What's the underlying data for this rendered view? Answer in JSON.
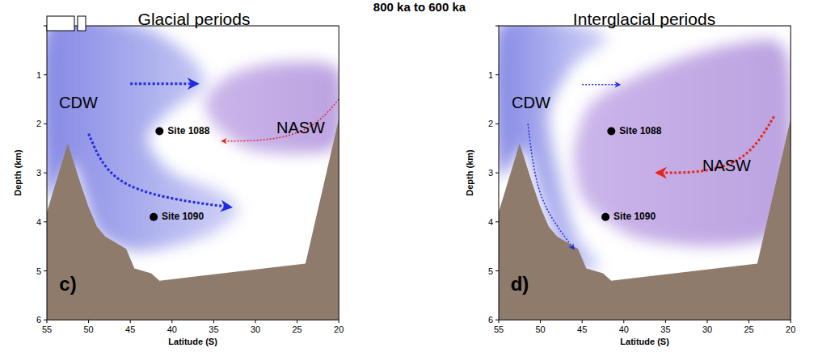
{
  "diagram": {
    "title": "800 ka to 600 ka",
    "nodes": [
      {
        "text": [
          "CDW"
        ]
      },
      {
        "text": [
          "NASW"
        ]
      },
      {
        "text": [
          "CDW"
        ]
      },
      {
        "text": [
          "NASW"
        ]
      }
    ],
    "labels": [
      "Glacial periods",
      "Interglacial periods",
      "Site 1088",
      "Site 1090",
      "Site 1088",
      "Site 1090",
      "c)",
      "d)",
      "1",
      "2",
      "3",
      "4",
      "5",
      "6",
      "Depth (km)",
      "55",
      "50",
      "45",
      "40",
      "35",
      "30",
      "25",
      "20",
      "Latitude (S)",
      "1",
      "2",
      "3",
      "4",
      "5",
      "6",
      "Depth (km)",
      "55",
      "50",
      "45",
      "40",
      "35",
      "30",
      "25",
      "20",
      "Latitude (S)"
    ]
  }
}
